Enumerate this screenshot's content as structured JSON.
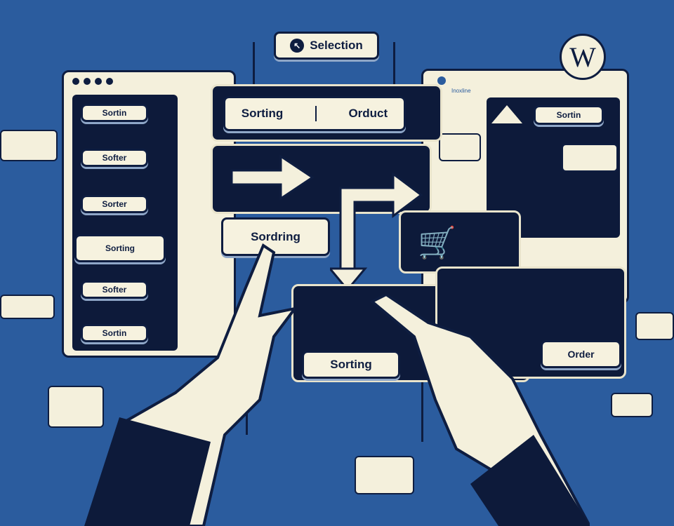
{
  "top": {
    "selection_label": "Selection",
    "selection_icon": "cursor-icon"
  },
  "left_window": {
    "buttons": [
      "Sortin",
      "Softer",
      "Sorter",
      "Sorting",
      "Softer",
      "Sortin"
    ]
  },
  "center": {
    "sorting_label": "Sorting",
    "product_label": "Orduct",
    "sordring_label": "Sordring",
    "bottom_sorting_label": "Sorting"
  },
  "right_window": {
    "sortin_label": "Sortin",
    "small_caption": "Inoxline",
    "order_label": "Order"
  },
  "colors": {
    "background": "#2b5c9e",
    "navy": "#0d1a3a",
    "cream": "#f4f0dc"
  }
}
